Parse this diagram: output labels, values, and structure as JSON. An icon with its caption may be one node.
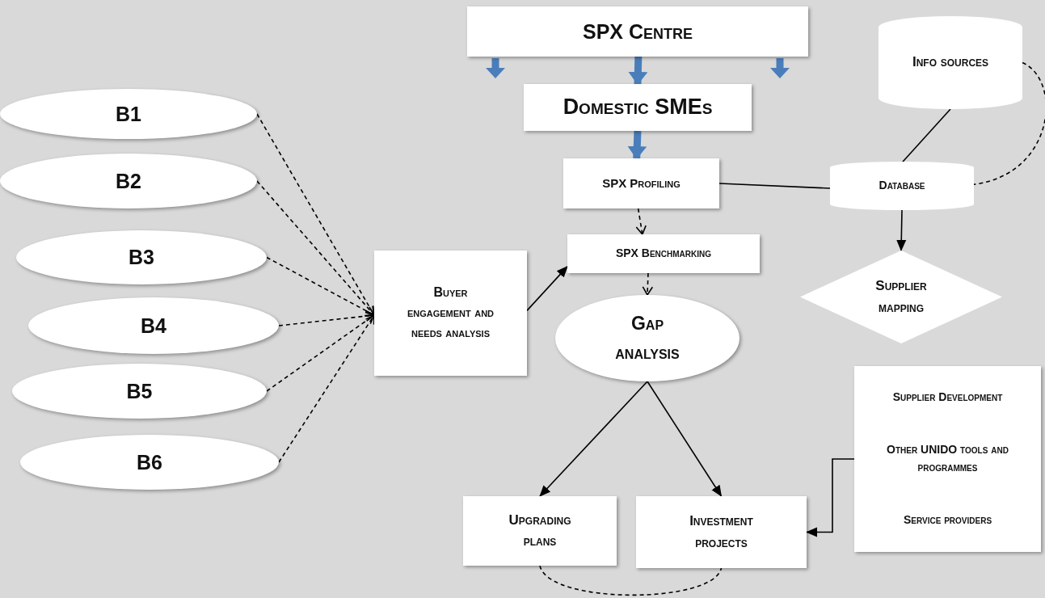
{
  "diagram": {
    "nodes": [
      {
        "text": [
          "SPX Centre"
        ]
      },
      {
        "text": [
          "Domestic SMEs"
        ]
      },
      {
        "text": [
          "Info sources"
        ]
      },
      {
        "text": [
          "SPX Profiling"
        ]
      },
      {
        "text": [
          "Database"
        ]
      },
      {
        "text": [
          "B1"
        ]
      },
      {
        "text": [
          "B2"
        ]
      },
      {
        "text": [
          "B3"
        ]
      },
      {
        "text": [
          "B4"
        ]
      },
      {
        "text": [
          "B5"
        ]
      },
      {
        "text": [
          "B6"
        ]
      },
      {
        "text": [
          "Buyer engagement and needs analysis"
        ]
      },
      {
        "text": [
          "SPX Benchmarking"
        ]
      },
      {
        "text": [
          "Supplier mapping"
        ]
      },
      {
        "text": [
          "Gap analysis"
        ]
      },
      {
        "text": [
          "Supplier Development",
          "Other UNIDO tools and programmes",
          "Service providers"
        ]
      },
      {
        "text": [
          "Upgrading plans"
        ]
      },
      {
        "text": [
          "Investment projects"
        ]
      }
    ],
    "edges": [
      {
        "from": 0,
        "to": 1,
        "arrow": "to",
        "style": "thick",
        "color": "#4a7ebb"
      },
      {
        "from": 1,
        "to": 3,
        "arrow": "to",
        "style": "thick",
        "color": "#4a7ebb"
      },
      {
        "from": 2,
        "to": 4,
        "arrow": "none"
      },
      {
        "from": 2,
        "to": 4,
        "arrow": "none",
        "style": "dashed"
      },
      {
        "from": 3,
        "to": 4,
        "arrow": "none"
      },
      {
        "from": 3,
        "to": 12,
        "arrow": "to",
        "style": "dashed"
      },
      {
        "from": 4,
        "to": 13,
        "arrow": "to"
      },
      {
        "from": 5,
        "to": 11,
        "arrow": "to",
        "style": "dashed"
      },
      {
        "from": 6,
        "to": 11,
        "arrow": "to",
        "style": "dashed"
      },
      {
        "from": 7,
        "to": 11,
        "arrow": "to",
        "style": "dashed"
      },
      {
        "from": 8,
        "to": 11,
        "arrow": "to",
        "style": "dashed"
      },
      {
        "from": 9,
        "to": 11,
        "arrow": "to",
        "style": "dashed"
      },
      {
        "from": 10,
        "to": 11,
        "arrow": "to",
        "style": "dashed"
      },
      {
        "from": 11,
        "to": 12,
        "arrow": "to"
      },
      {
        "from": 12,
        "to": 14,
        "arrow": "to",
        "style": "dashed"
      },
      {
        "from": 14,
        "to": 16,
        "arrow": "to"
      },
      {
        "from": 14,
        "to": 17,
        "arrow": "to"
      },
      {
        "from": 15,
        "to": 17,
        "arrow": "to"
      },
      {
        "from": 16,
        "to": 17,
        "arrow": "none",
        "style": "dashed"
      }
    ]
  }
}
